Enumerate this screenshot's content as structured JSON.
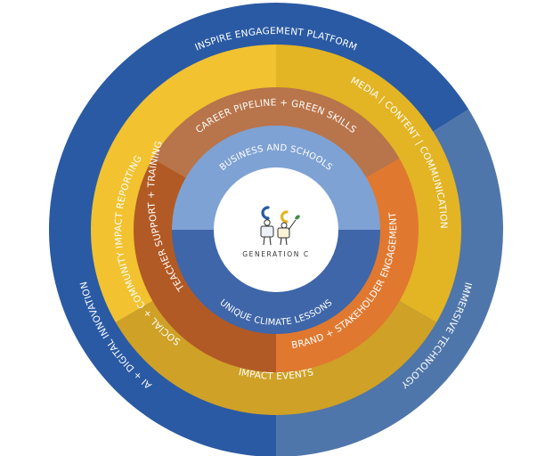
{
  "colors": {
    "outer_dark_blue": "#2a5aa4",
    "outer_slate_blue": "#4f76aa",
    "gold_light": "#f2c230",
    "gold_mid": "#e3b424",
    "gold_dark": "#cfa126",
    "copper_light": "#b8744a",
    "orange": "#e0782f",
    "rust": "#b25a25",
    "light_blue": "#7fa2d4",
    "mid_blue": "#3f66a8",
    "center": "#ffffff"
  },
  "rings": {
    "outer": {
      "top": "INSPIRE ENGAGEMENT PLATFORM",
      "left": "AI + DIGITAL INNOVATION",
      "right": "IMMERSIVE TECHNOLOGY"
    },
    "gold": {
      "left": "TEACHER SUPPORT + TRAINING",
      "right": "MEDIA | CONTENT | COMMUNICATION",
      "bottom": "IMPACT EVENTS"
    },
    "orange": {
      "top": "CAREER PIPELINE + GREEN SKILLS",
      "left": "SOCIAL + COMMUNITY IMPACT REPORTING",
      "right": "BRAND + STAKEHOLDER ENGAGEMENT"
    },
    "blue": {
      "top": "BUSINESS AND SCHOOLS",
      "bottom": "UNIQUE CLIMATE LESSONS"
    }
  },
  "logo": {
    "name": "GENERATION C",
    "icon": "generation-c-figures-icon"
  }
}
